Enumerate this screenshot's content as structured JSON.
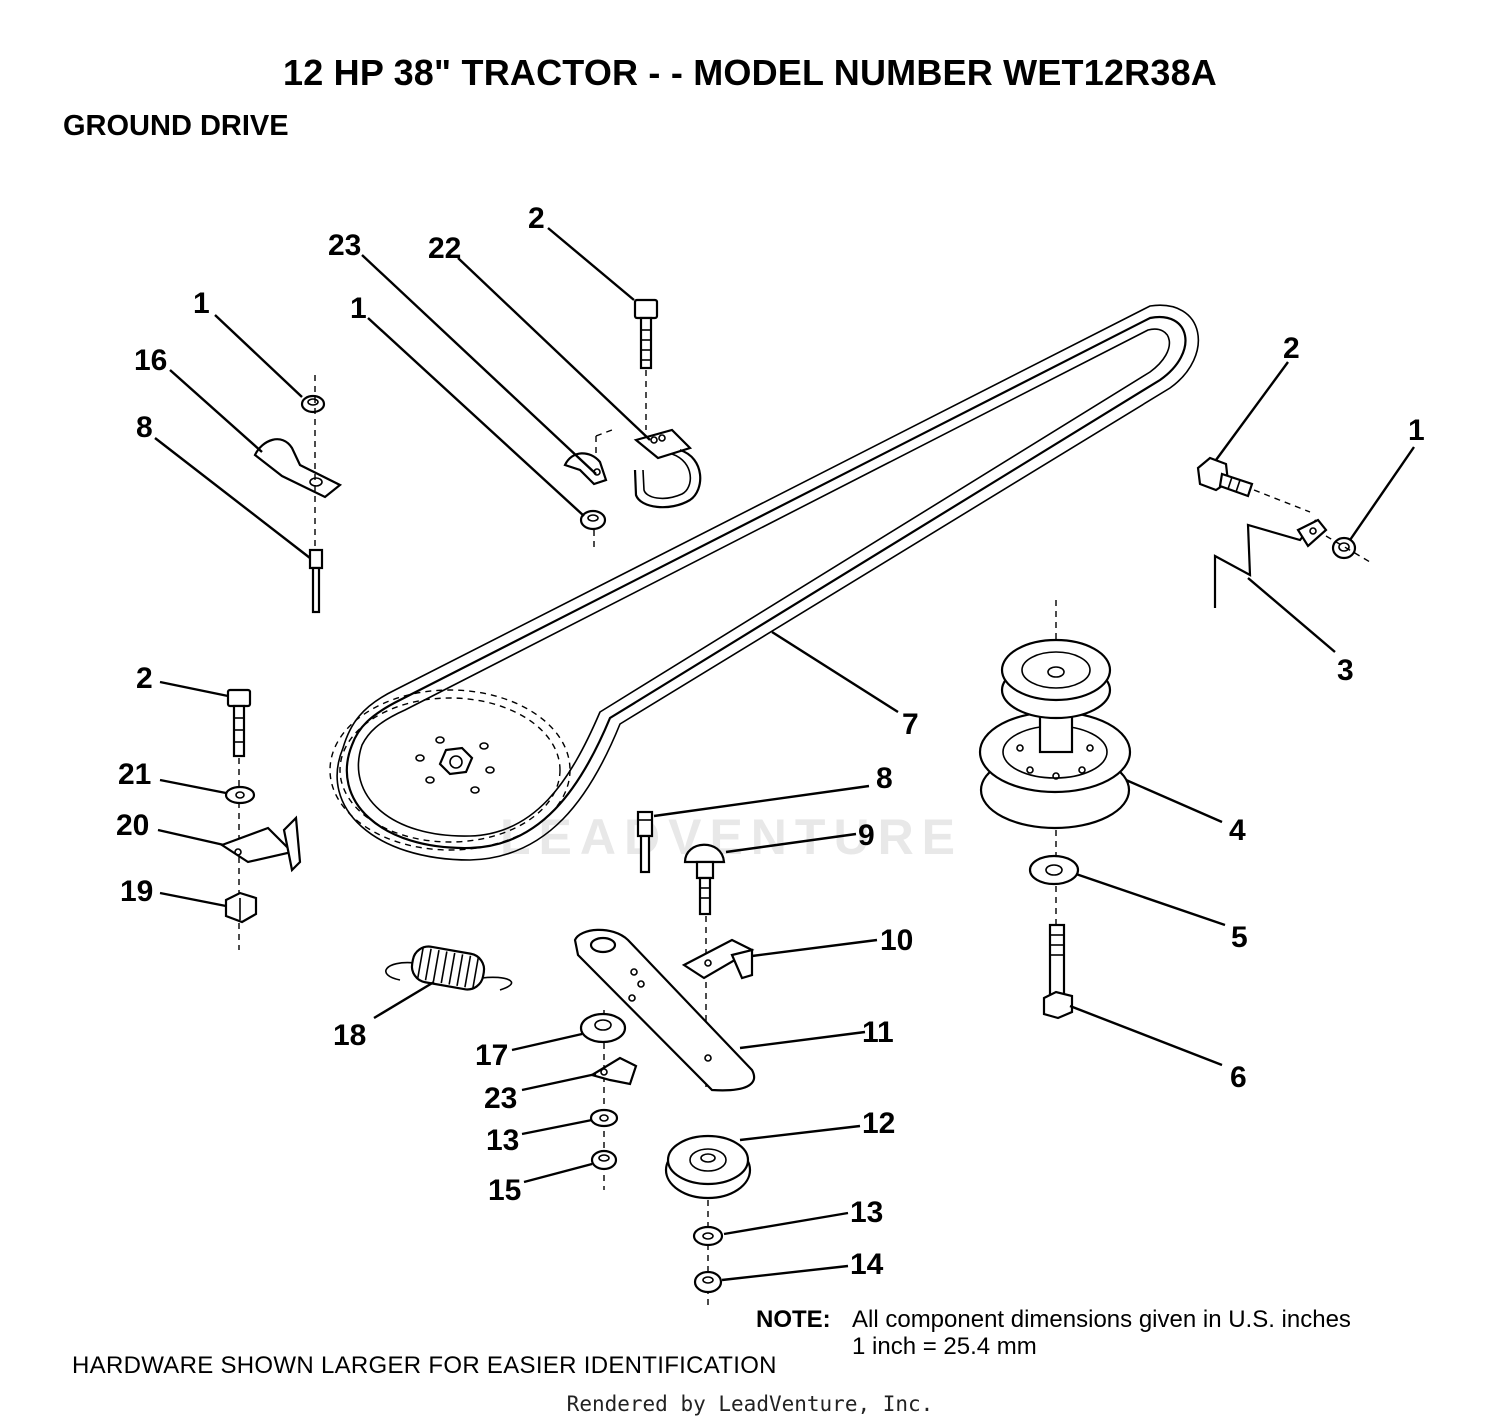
{
  "header": {
    "title": "12 HP 38\" TRACTOR - - MODEL NUMBER WET12R38A",
    "subtitle": "GROUND DRIVE"
  },
  "callouts": {
    "c2_top": "2",
    "c23_top": "23",
    "c22_top": "22",
    "c1_a": "1",
    "c1_b": "1",
    "c16": "16",
    "c8_left": "8",
    "c2_right": "2",
    "c1_right": "1",
    "c3": "3",
    "c7": "7",
    "c4": "4",
    "c2_left": "2",
    "c21": "21",
    "c20": "20",
    "c19": "19",
    "c8_mid": "8",
    "c9": "9",
    "c10": "10",
    "c18": "18",
    "c11": "11",
    "c5": "5",
    "c6": "6",
    "c17": "17",
    "c23_bottom": "23",
    "c13_left": "13",
    "c15": "15",
    "c12": "12",
    "c13_right": "13",
    "c14": "14"
  },
  "footer": {
    "note_label": "NOTE:",
    "note_line1": "All component dimensions given in U.S. inches",
    "note_line2": "1 inch = 25.4 mm",
    "hardware": "HARDWARE SHOWN LARGER FOR EASIER IDENTIFICATION",
    "rendered_by": "Rendered by LeadVenture, Inc."
  },
  "watermark": "LEADVENTURE"
}
